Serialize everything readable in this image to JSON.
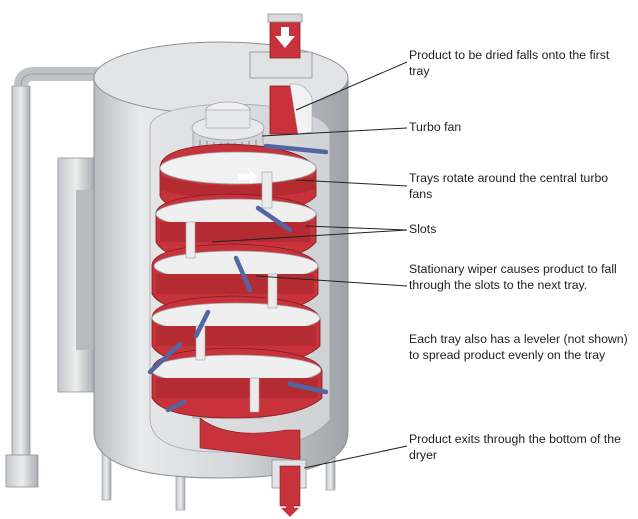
{
  "colors": {
    "tray_red": "#c8323a",
    "tray_red_dark": "#9c2228",
    "shell_gray": "#d6d8db",
    "wiper_blue": "#5266a3",
    "leader_line": "#222222"
  },
  "labels": [
    {
      "id": "product-in",
      "text": "Product to be dried falls onto the first tray"
    },
    {
      "id": "turbo-fan",
      "text": "Turbo fan"
    },
    {
      "id": "trays-rotate",
      "text": "Trays rotate around the central turbo fans"
    },
    {
      "id": "slots",
      "text": "Slots"
    },
    {
      "id": "wiper",
      "text": "Stationary wiper causes product to fall through the slots to the next tray."
    },
    {
      "id": "leveler",
      "text": "Each tray also has a leveler (not shown) to spread product evenly on the tray"
    },
    {
      "id": "product-out",
      "text": "Product exits through the bottom of the dryer"
    }
  ]
}
